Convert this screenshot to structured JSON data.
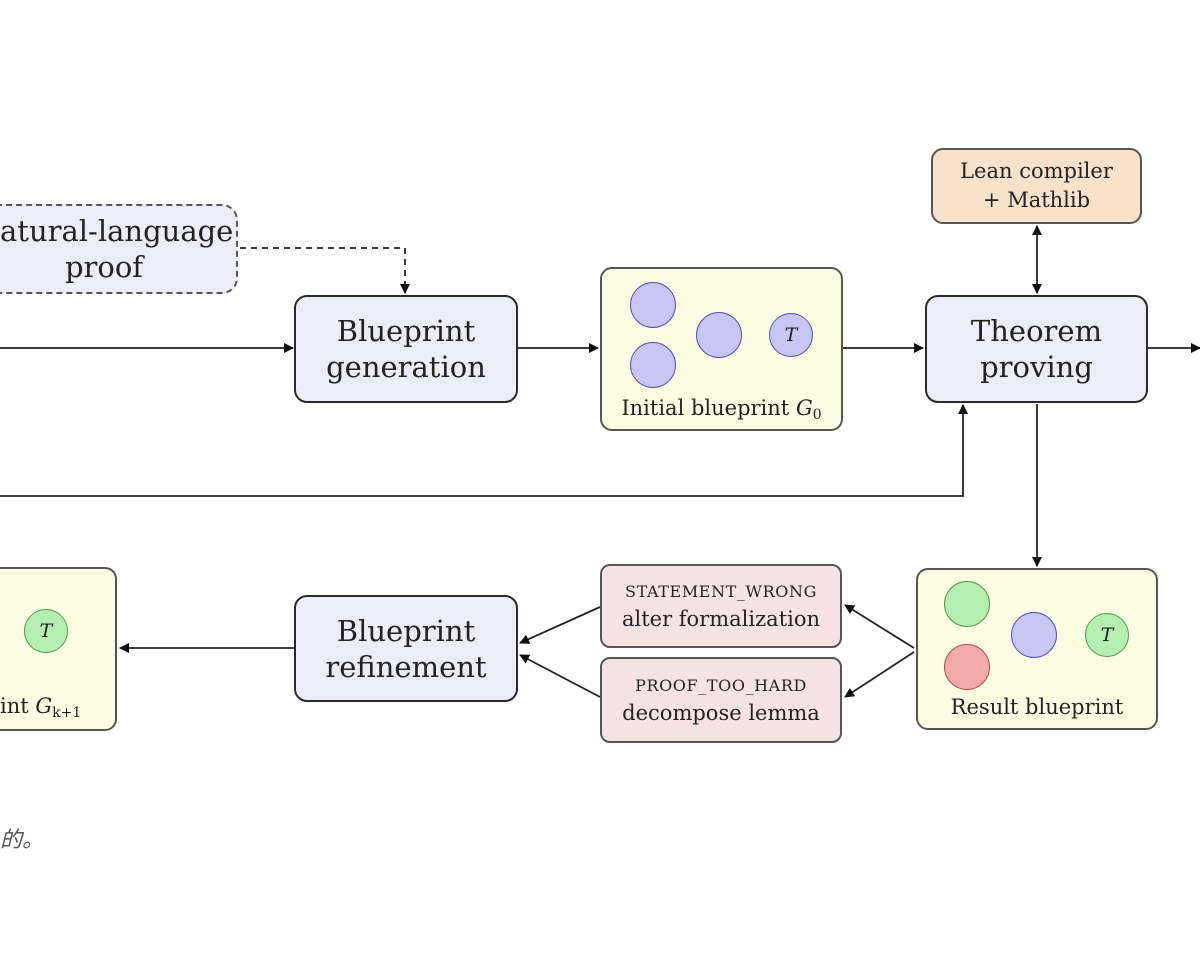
{
  "nodes": {
    "natural_language_proof": [
      "Natural-language",
      "proof"
    ],
    "blueprint_generation": [
      "Blueprint",
      "generation"
    ],
    "theorem_proving": [
      "Theorem",
      "proving"
    ],
    "lean_compiler": [
      "Lean compiler",
      "+ Mathlib"
    ],
    "blueprint_refinement": [
      "Blueprint",
      "refinement"
    ],
    "statement_wrong": {
      "code": "STATEMENT_WRONG",
      "action": "alter formalization"
    },
    "proof_too_hard": {
      "code": "PROOF_TOO_HARD",
      "action": "decompose lemma"
    }
  },
  "blueprints": {
    "initial": {
      "label": "Initial blueprint",
      "symbol": "G",
      "subscript": "0"
    },
    "result": {
      "label": "Result blueprint"
    },
    "refined": {
      "label": "int",
      "symbol": "G",
      "subscript": "k+1"
    }
  },
  "target_node_label": "T",
  "node_colors": {
    "pending": "#c7c7f5",
    "proved": "#b5f0b0",
    "failed": "#f2aaaa"
  },
  "footnote": "的。"
}
